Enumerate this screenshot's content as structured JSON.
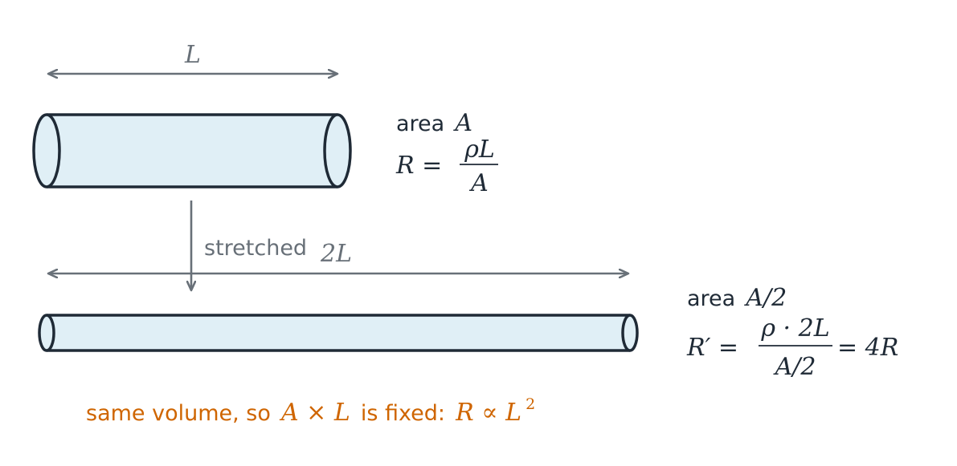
{
  "colors": {
    "outline": "#1f2a36",
    "fill": "#e0eff6",
    "arrow": "#687078",
    "text": "#1f2a36",
    "accent": "#cf6500"
  },
  "top_wire": {
    "length_label": "L",
    "area_word": "area",
    "area_symbol": "A",
    "formula_lhs": "R =",
    "formula_numerator": "ρL",
    "formula_denominator": "A"
  },
  "transition": {
    "label": "stretched"
  },
  "bottom_wire": {
    "length_label": "2L",
    "area_word": "area",
    "area_symbol": "A/2",
    "formula_lhs": "R′ =",
    "formula_numerator": "ρ · 2L",
    "formula_denominator": "A/2",
    "formula_result": "= 4R"
  },
  "footer": {
    "prefix": "same volume, so",
    "product": "A × L",
    "middle": "is fixed:",
    "relation": "R ∝ L",
    "exponent": "2"
  }
}
